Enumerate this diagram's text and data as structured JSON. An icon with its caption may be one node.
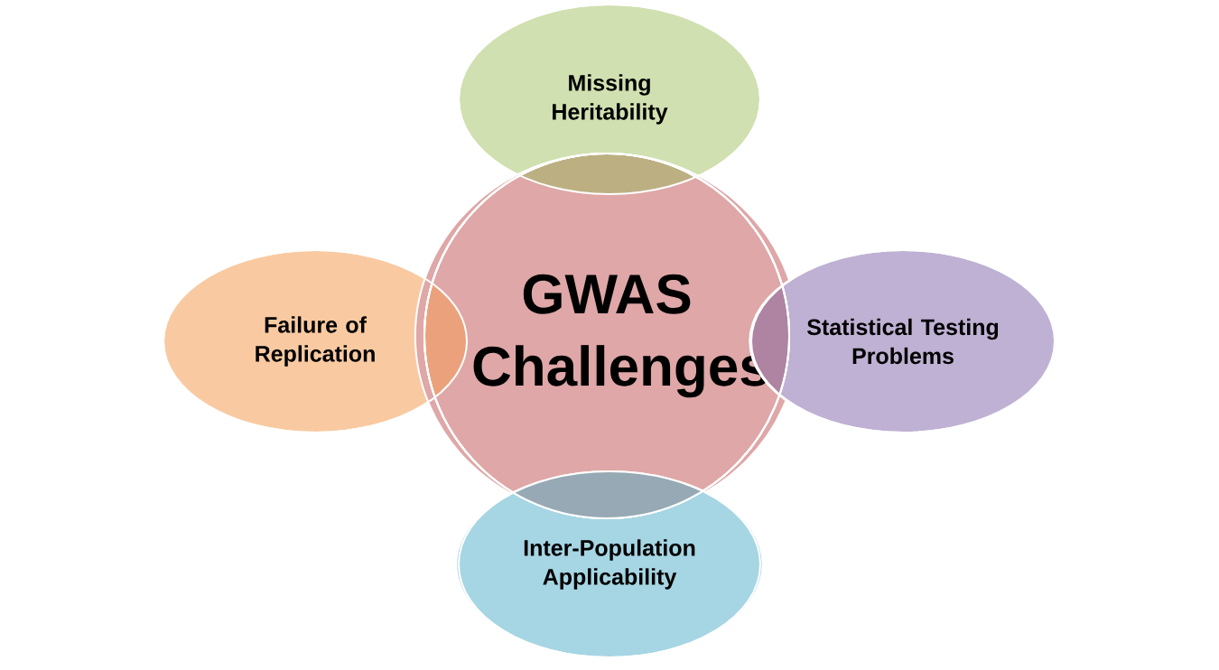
{
  "diagram": {
    "nodes": [
      {
        "text": [
          "Missing Heritability"
        ]
      },
      {
        "text": [
          "Failure of Replication"
        ]
      },
      {
        "text": [
          "GWAS Challenges"
        ]
      },
      {
        "text": [
          "Statistical Testing Problems"
        ]
      },
      {
        "text": [
          "Inter-Population Applicability"
        ]
      }
    ]
  }
}
